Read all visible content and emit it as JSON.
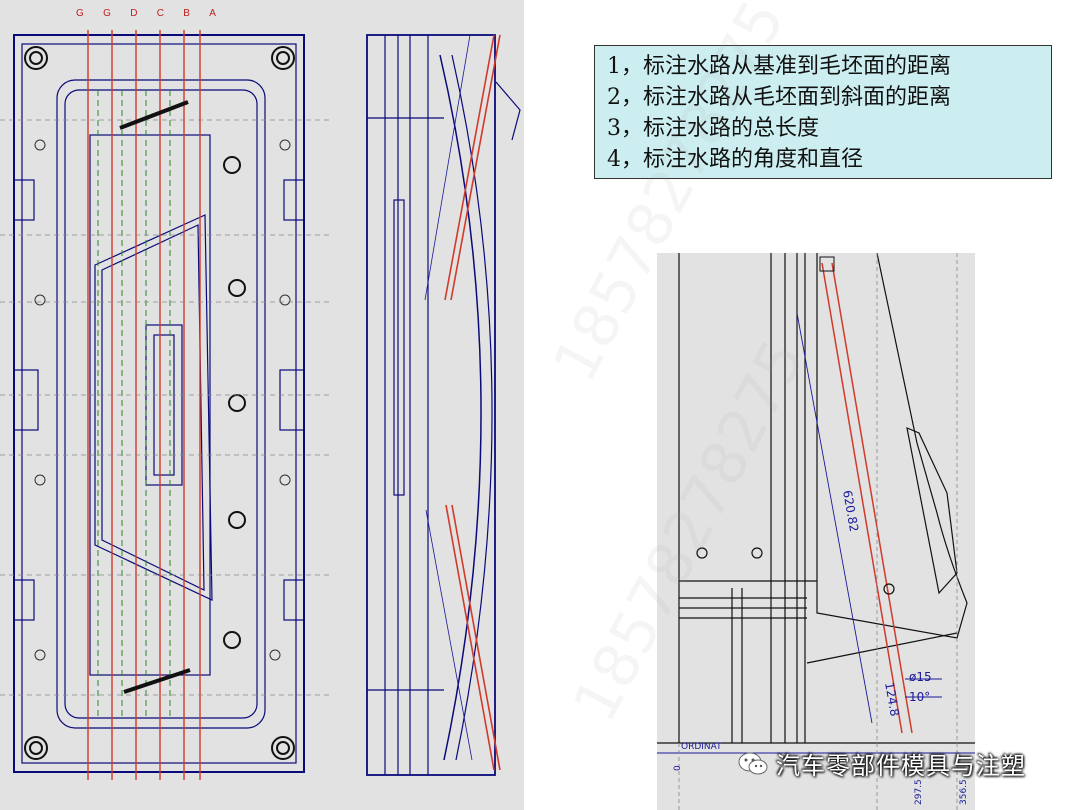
{
  "notes": {
    "line1": "1，标注水路从基准到毛坯面的距离",
    "line2": "2，标注水路从毛坯面到斜面的距离",
    "line3": "3，标注水路的总长度",
    "line4": "4，标注水路的角度和直径"
  },
  "detail_dims": {
    "length": "620.82",
    "short_length": "124.8",
    "diameter": "ø15",
    "angle": "10°",
    "ordinate": "ORDINAT",
    "base_zero": "0",
    "offset_a": "297.5",
    "offset_b": "356.5"
  },
  "top_markers": [
    "G",
    "G",
    "D",
    "C",
    "B",
    "A"
  ],
  "watermark": "18578278275",
  "brand": {
    "name": "汽车零部件模具与注塑",
    "icon": "wechat-icon"
  },
  "colors": {
    "outline": "#0a0a7a",
    "waterline": "#d23a2a",
    "centerline": "#2a8a2a",
    "note_bg": "#cdeef0"
  }
}
